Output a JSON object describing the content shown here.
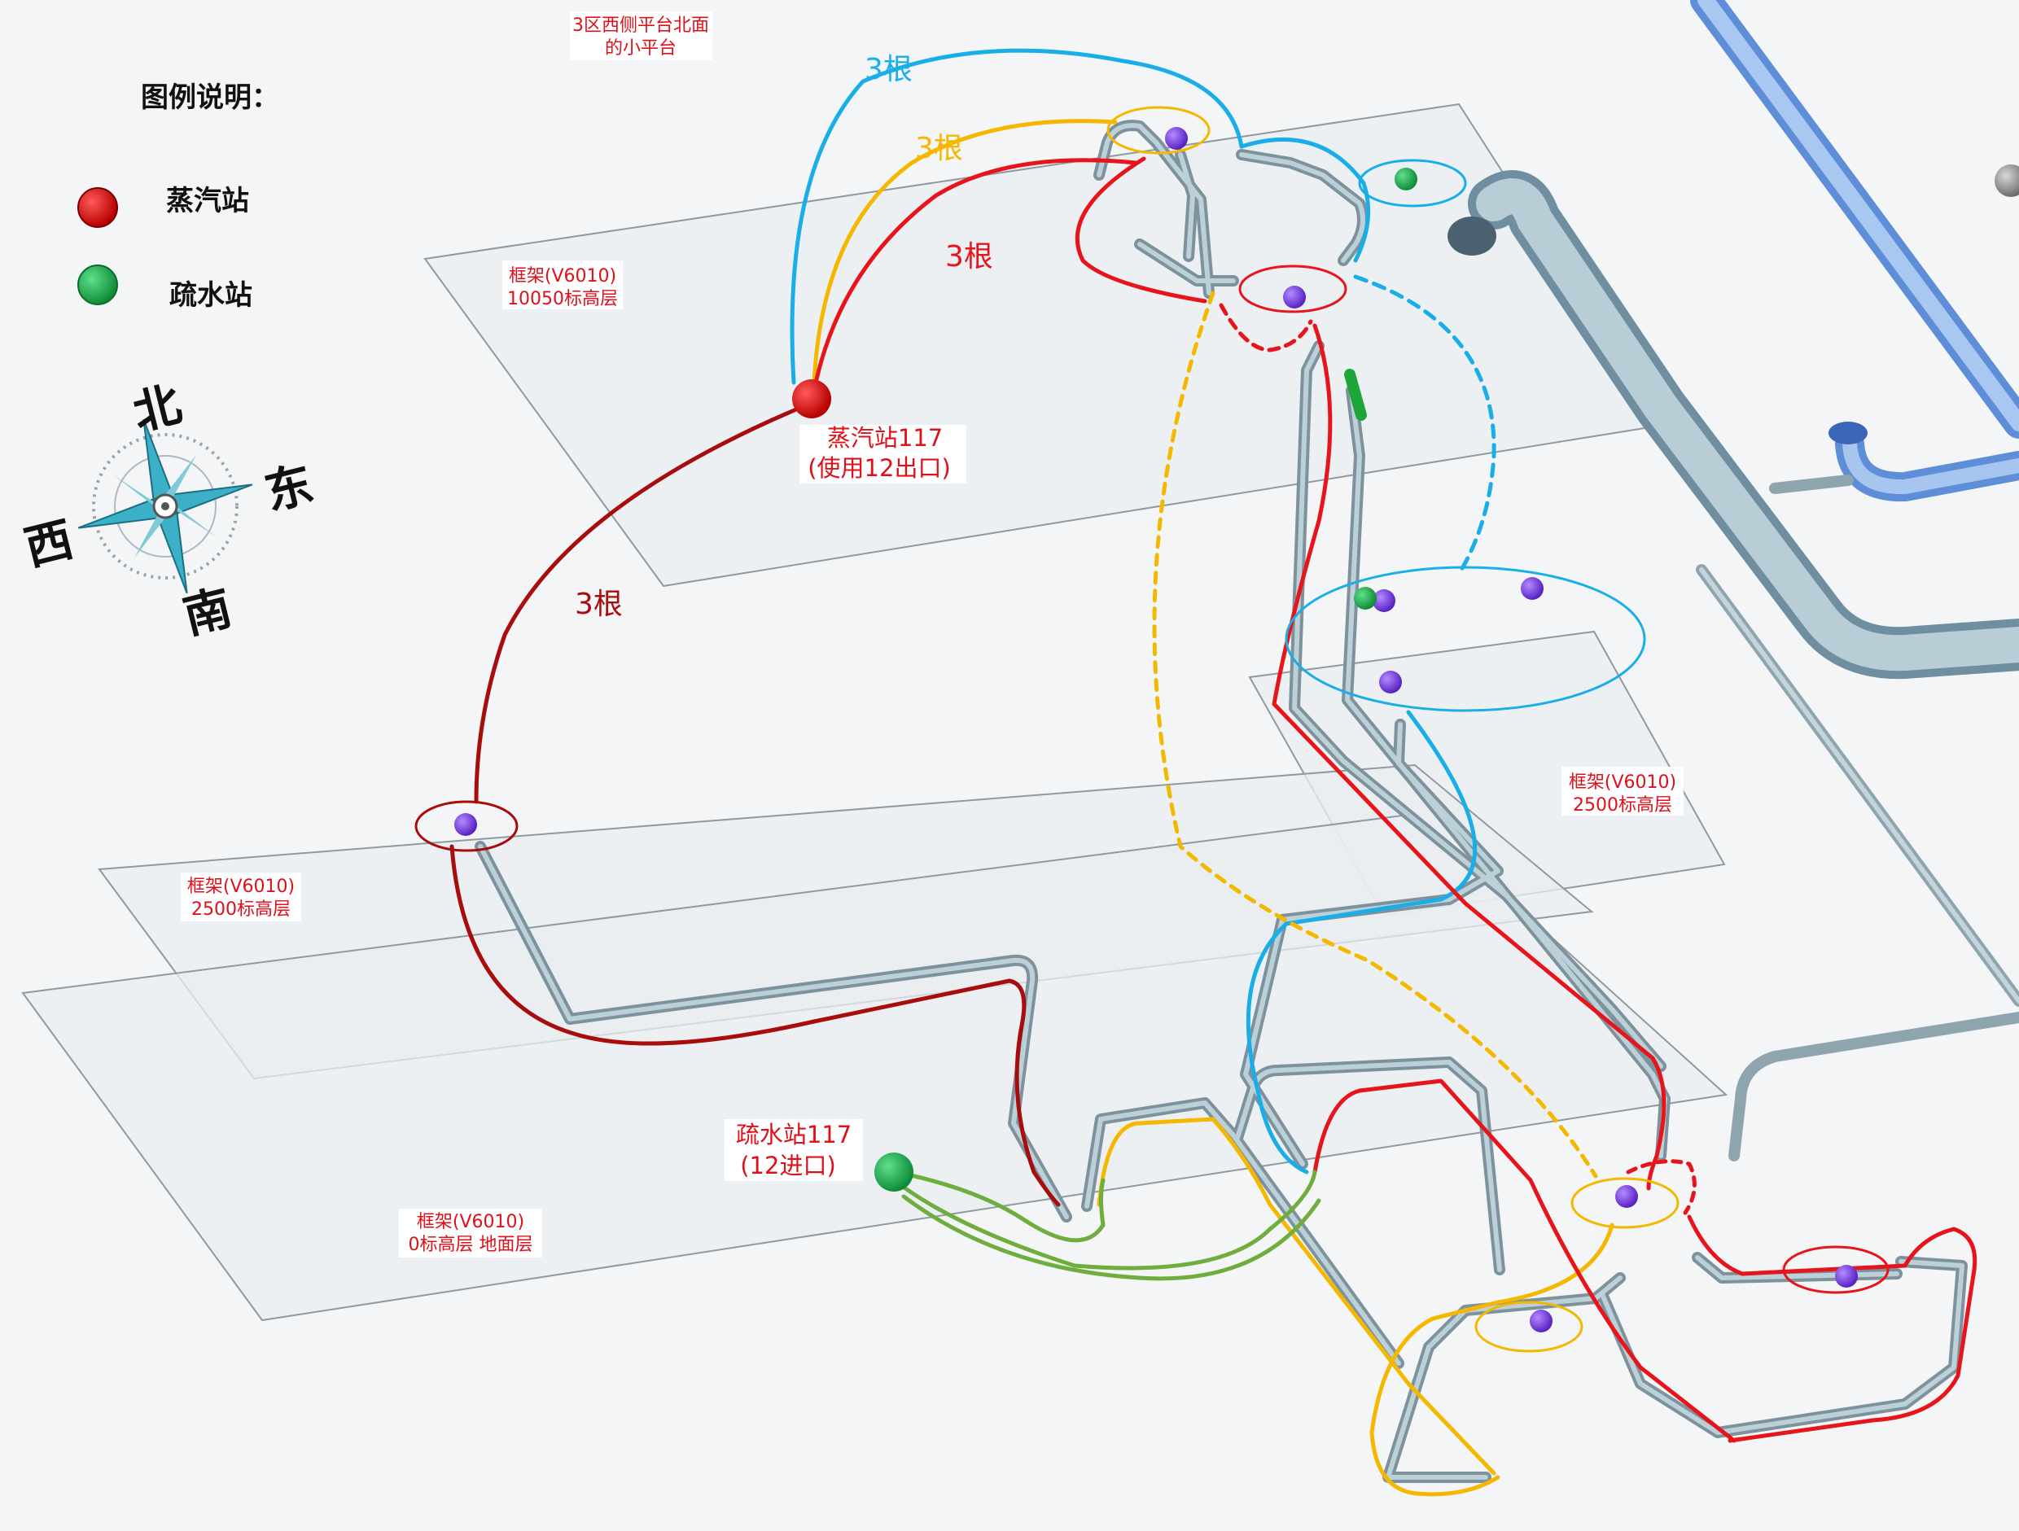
{
  "legend": {
    "title": "图例说明：",
    "items": [
      {
        "label": "蒸汽站",
        "color": "#d00000"
      },
      {
        "label": "疏水站",
        "color": "#1aa54a"
      }
    ]
  },
  "compass": {
    "north": "北",
    "south": "南",
    "east": "东",
    "west": "西"
  },
  "platform_note": {
    "line1": "3区西侧平台北面",
    "line2": "的小平台"
  },
  "floors": [
    {
      "line1": "框架(V6010)",
      "line2": "10050标高层"
    },
    {
      "line1": "框架(V6010)",
      "line2": "2500标高层"
    },
    {
      "line1": "框架(V6010)",
      "line2": "2500标高层"
    },
    {
      "line1": "框架(V6010)",
      "line2": "0标高层 地面层"
    }
  ],
  "steam_station": {
    "line1": "蒸汽站117",
    "line2": "(使用12出口)"
  },
  "drain_station": {
    "line1": "疏水站117",
    "line2": "(12进口)"
  },
  "counts": {
    "blue": "3根",
    "yellow": "3根",
    "red": "3根",
    "darkred": "3根"
  },
  "colors": {
    "blue": "#19aee8",
    "yellow": "#f5b800",
    "red": "#e8141b",
    "darkred": "#a80c0c",
    "green": "#6fae3e",
    "pipe": "#a9bfc8",
    "bigpipe": "#7fa6e8",
    "valve": "#7a3fd8"
  }
}
